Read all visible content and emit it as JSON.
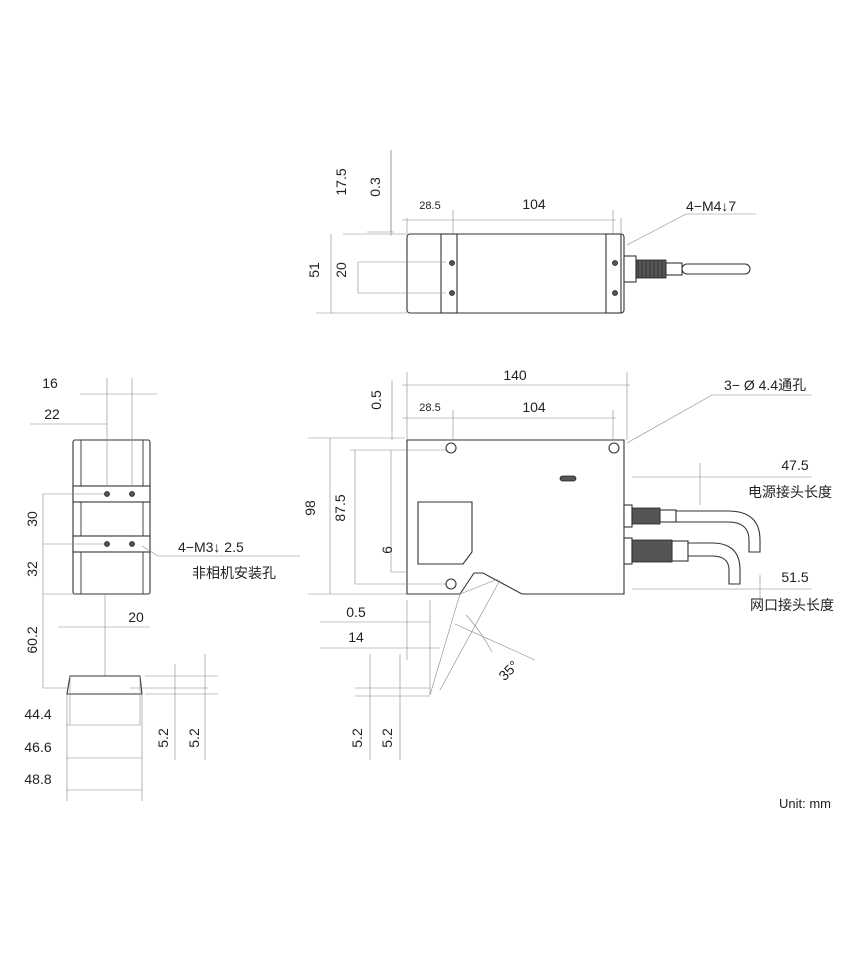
{
  "colors": {
    "line": "#333333",
    "text": "#222222",
    "background": "#ffffff"
  },
  "top_view": {
    "dim_17_5": "17.5",
    "dim_0_3": "0.3",
    "dim_28_5": "28.5",
    "dim_104": "104",
    "dim_51": "51",
    "dim_20": "20",
    "note_m4": "4−M4↓7"
  },
  "side_view": {
    "dim_16": "16",
    "dim_22": "22",
    "dim_30": "30",
    "dim_32": "32",
    "dim_20": "20",
    "dim_60_2": "60.2",
    "note_m3": "4−M3↓ 2.5",
    "note_m3_desc": "非相机安装孔",
    "dim_44_4": "44.4",
    "dim_46_6": "46.6",
    "dim_48_8": "48.8",
    "dim_5_2_a": "5.2",
    "dim_5_2_b": "5.2"
  },
  "front_view": {
    "dim_140": "140",
    "dim_0_5": "0.5",
    "dim_28_5": "28.5",
    "dim_104": "104",
    "note_holes": "3− Ø 4.4通孔",
    "dim_98": "98",
    "dim_87_5": "87.5",
    "dim_6": "6",
    "dim_47_5": "47.5",
    "power_len": "电源接头长度",
    "dim_51_5": "51.5",
    "net_len": "网口接头长度",
    "dim_0_5_b": "0.5",
    "dim_14": "14",
    "angle": "35°",
    "dim_5_2_a": "5.2",
    "dim_5_2_b": "5.2"
  },
  "unit": "Unit: mm"
}
